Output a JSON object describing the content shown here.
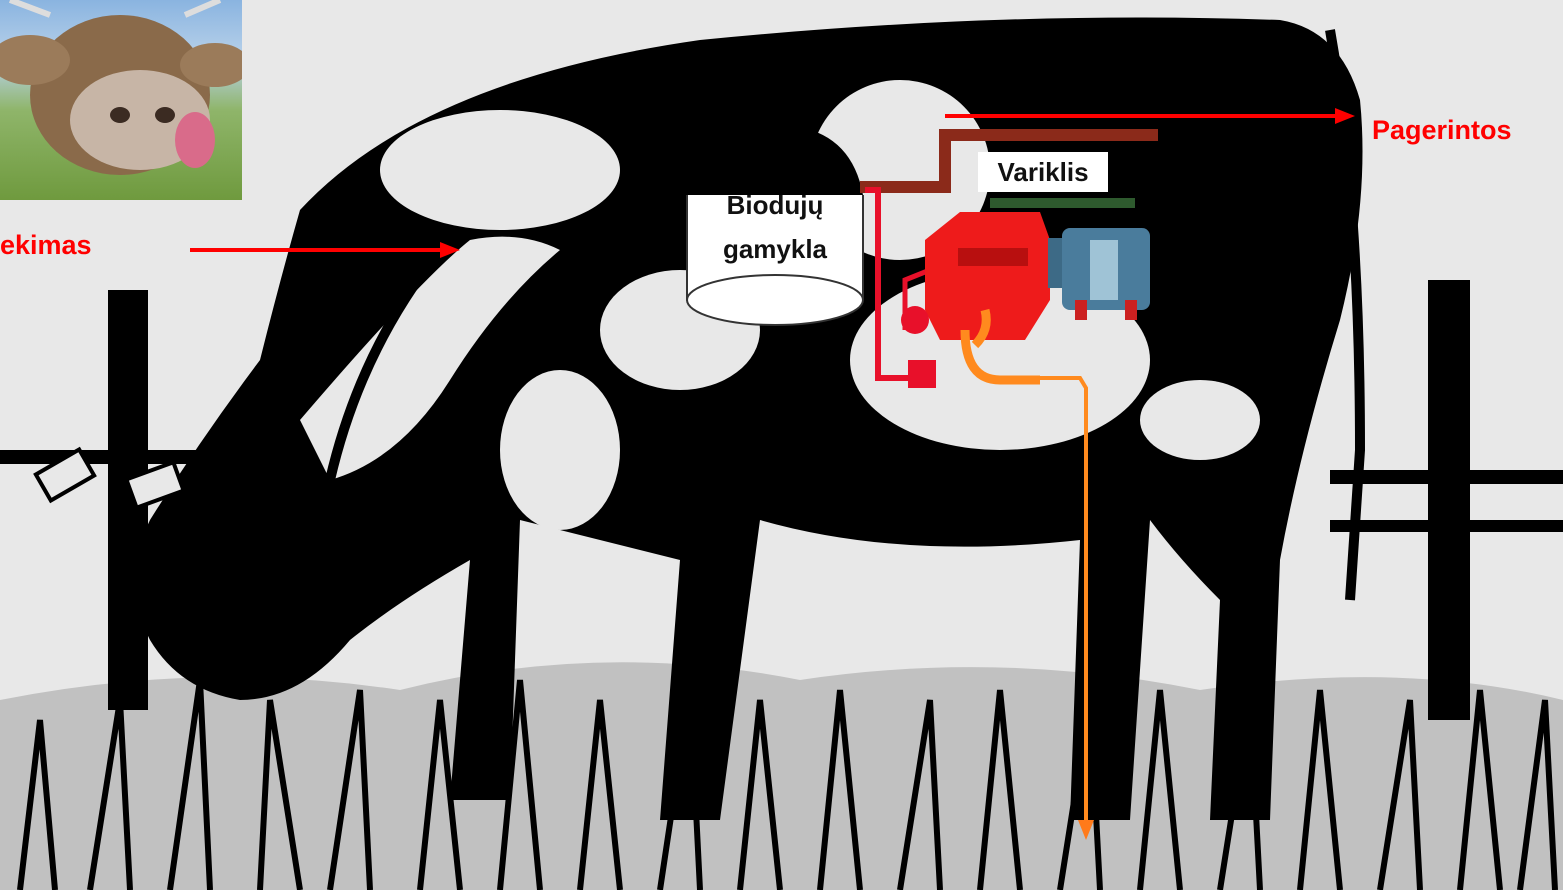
{
  "labels": {
    "left_partial": "ekimas",
    "right_partial": "Pagerintos",
    "biogas_plant_line1": "Biodujų",
    "biogas_plant_line2": "gamykla",
    "engine": "Variklis"
  },
  "colors": {
    "background": "#e8e8e8",
    "cow_silhouette": "#000000",
    "arrow_red": "#ff0000",
    "arrow_orange": "#ff7a1a",
    "pipe_brown": "#8b2a1a",
    "pipe_red": "#e8102a",
    "engine_red": "#ee1b1b",
    "generator_blue": "#4a7c9c",
    "exhaust_orange": "#ff8a1e"
  },
  "icons": {
    "photo": "cow-photo",
    "tank": "biogas-tank-icon",
    "engine": "engine-icon",
    "generator": "generator-icon"
  }
}
